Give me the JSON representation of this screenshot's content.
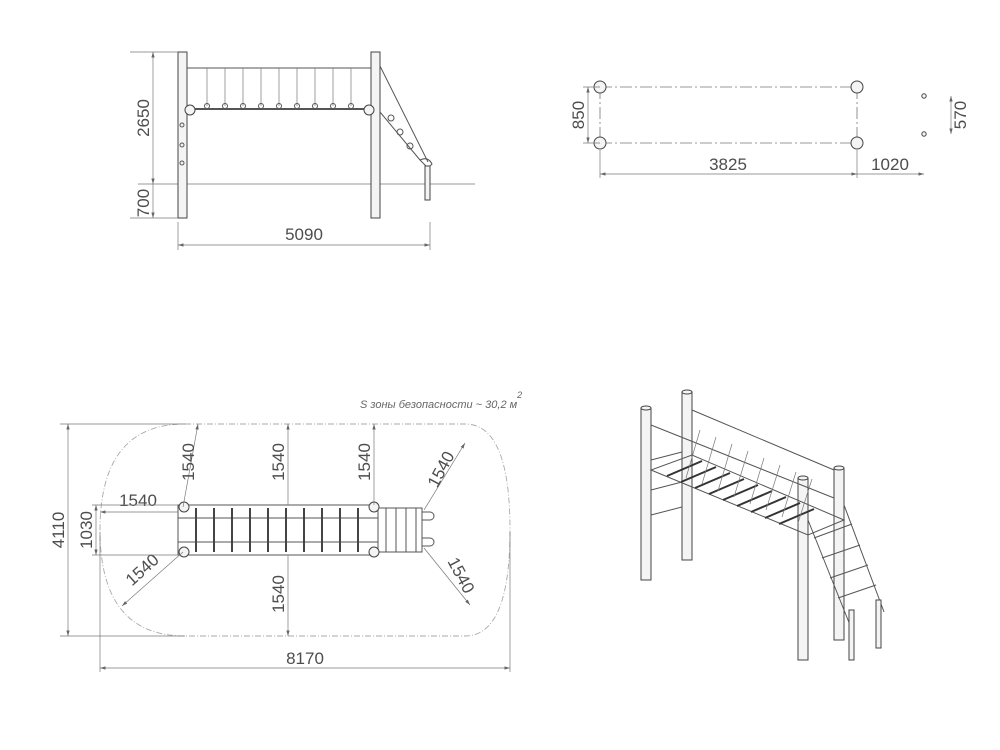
{
  "front_view": {
    "height_dim": "2650",
    "foundation_dim": "700",
    "length_dim": "5090"
  },
  "plan_posts": {
    "width_dim": "850",
    "span_dim": "3825",
    "ladder_span_dim": "1020",
    "ladder_width_dim": "570"
  },
  "safety_zone": {
    "note": "S зоны безопасности ~ 30,2 м",
    "note_sup": "2",
    "radius_dims": [
      "1540",
      "1540",
      "1540",
      "1540",
      "1540",
      "1540",
      "1540",
      "1540"
    ],
    "inner_width_dim": "1030",
    "total_height_dim": "4110",
    "total_length_dim": "8170"
  },
  "views": [
    "front-elevation",
    "post-layout-plan",
    "safety-zone-plan",
    "isometric-view"
  ]
}
